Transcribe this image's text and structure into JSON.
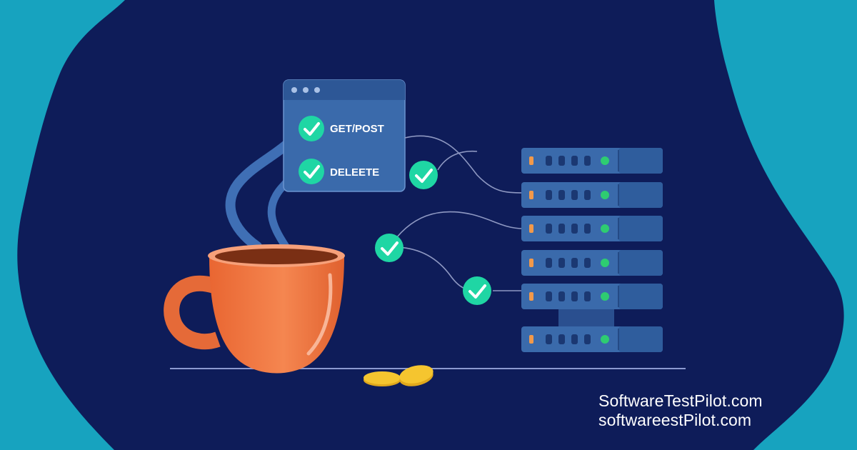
{
  "browser_window": {
    "items": [
      {
        "label": "GET/POST",
        "status": "check"
      },
      {
        "label": "DELEETE",
        "status": "check"
      }
    ]
  },
  "server_rack": {
    "unit_count": 6,
    "led_colors": {
      "accent": "#f2994a",
      "status": "#2ecc71"
    }
  },
  "branding": {
    "line1": "SoftwareTestPilot.com",
    "line2": "softwareestPilot.com"
  },
  "colors": {
    "background": "#0e1c59",
    "teal_blob": "#17a3bf",
    "cup": "#f07a45",
    "check": "#1fd6a4",
    "window": "#3a6aab",
    "coin": "#f2c230"
  },
  "icons": [
    "coffee-cup-icon",
    "steam-icon",
    "check-icon",
    "server-rack-icon",
    "coin-icon"
  ]
}
